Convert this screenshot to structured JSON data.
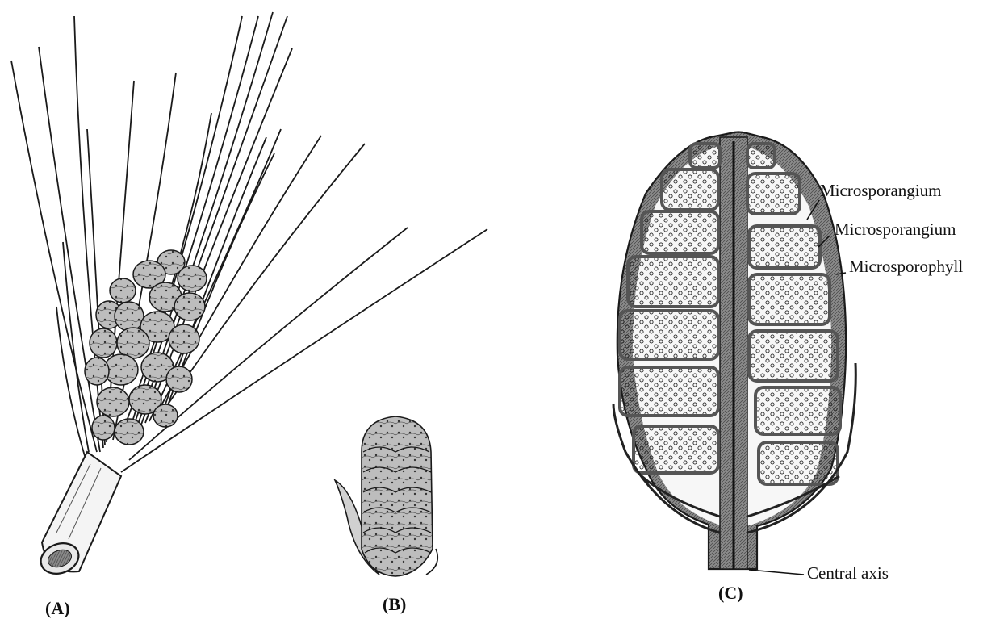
{
  "panels": {
    "a": {
      "label": "(A)"
    },
    "b": {
      "label": "(B)"
    },
    "c": {
      "label": "(C)"
    }
  },
  "callouts": {
    "microsporangium_1": "Microsporangium",
    "microsporangium_2": "Microsporangium",
    "microsporophyll": "Microsporophyll",
    "central_axis": "Central axis"
  },
  "colors": {
    "ink": "#1a1a1a",
    "hatch": "#6e6e6e",
    "paper": "#ffffff"
  }
}
